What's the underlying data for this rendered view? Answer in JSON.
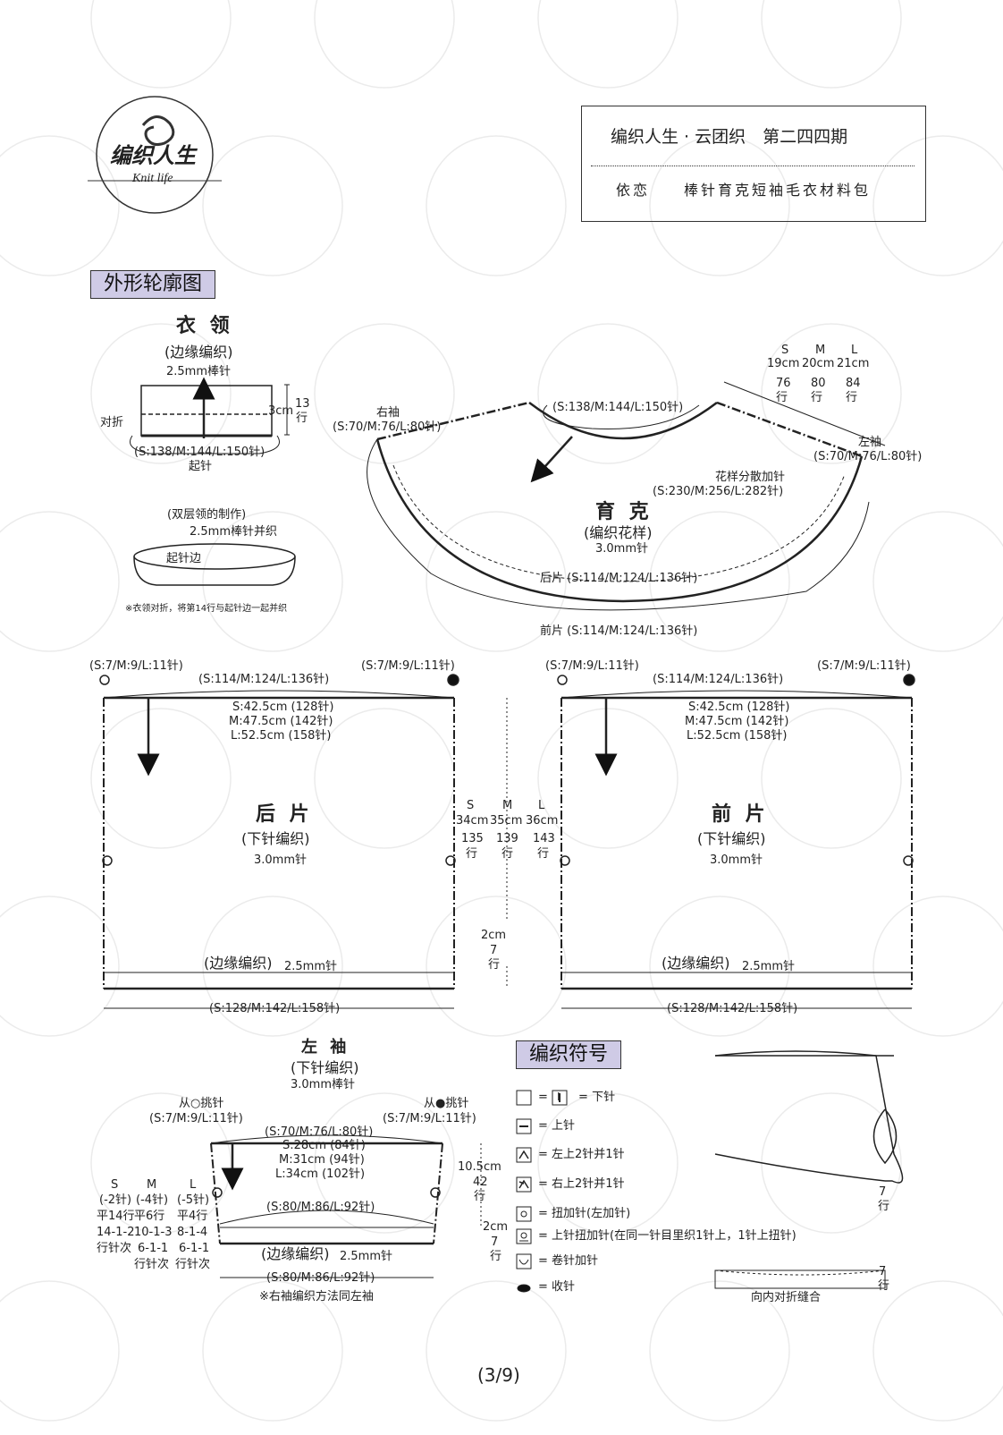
{
  "brand": {
    "name": "编织人生",
    "sub": "Knit life"
  },
  "header": {
    "title": "编织人生 · 云团织　第二四四期",
    "subtitle": "依恋　　棒针育克短袖毛衣材料包"
  },
  "sections": {
    "outline": "外形轮廓图",
    "symbols": "编织符号"
  },
  "collar": {
    "title": "衣 领",
    "sub": "(边缘编织)",
    "needle": "2.5mm棒针",
    "fold": "对折",
    "height": "3cm",
    "rows_num": "13",
    "rows_unit": "行",
    "stitches": "(S:138/M:144/L:150针)",
    "cast_on": "起针",
    "double_title": "(双层领的制作)",
    "double_needle": "2.5mm棒针并织",
    "cast_edge": "起针边",
    "note": "※衣领对折，将第14行与起针边一起并织"
  },
  "yoke": {
    "size_s": "S",
    "size_m": "M",
    "size_l": "L",
    "len_s": "19cm",
    "len_m": "20cm",
    "len_l": "21cm",
    "rows_s": "76",
    "rows_m": "80",
    "rows_l": "84",
    "row_unit": "行",
    "neck": "(S:138/M:144/L:150针)",
    "right_sleeve": "右袖",
    "right_sleeve_st": "(S:70/M:76/L:80针)",
    "left_sleeve": "左袖",
    "left_sleeve_st": "(S:70/M:76/L:80针)",
    "increase": "花样分散加针",
    "increase_st": "(S:230/M:256/L:282针)",
    "title": "育 克",
    "sub": "(编织花样)",
    "needle": "3.0mm针",
    "back": "后片 (S:114/M:124/L:136针)",
    "front": "前片 (S:114/M:124/L:136针)"
  },
  "back": {
    "top_left": "(S:7/M:9/L:11针)",
    "top_right": "(S:7/M:9/L:11针)",
    "top_st": "(S:114/M:124/L:136针)",
    "width_s": "S:42.5cm (128针)",
    "width_m": "M:47.5cm (142针)",
    "width_l": "L:52.5cm (158针)",
    "title": "后 片",
    "sub": "(下针编织)",
    "needle": "3.0mm针",
    "edge": "(边缘编织)",
    "edge_needle": "2.5mm针",
    "bottom_st": "(S:128/M:142/L:158针)"
  },
  "body_len": {
    "size_s": "S",
    "size_m": "M",
    "size_l": "L",
    "len_s": "34cm",
    "len_m": "35cm",
    "len_l": "36cm",
    "rows_s": "135",
    "rows_m": "139",
    "rows_l": "143",
    "row_unit": "行",
    "edge_len": "2cm",
    "edge_rows": "7",
    "edge_unit": "行"
  },
  "front": {
    "top_left": "(S:7/M:9/L:11针)",
    "top_right": "(S:7/M:9/L:11针)",
    "top_st": "(S:114/M:124/L:136针)",
    "width_s": "S:42.5cm (128针)",
    "width_m": "M:47.5cm (142针)",
    "width_l": "L:52.5cm (158针)",
    "title": "前 片",
    "sub": "(下针编织)",
    "needle": "3.0mm针",
    "edge": "(边缘编织)",
    "edge_needle": "2.5mm针",
    "bottom_st": "(S:128/M:142/L:158针)"
  },
  "sleeve": {
    "title": "左 袖",
    "sub": "(下针编织)",
    "needle": "3.0mm棒针",
    "pick_o": "从○挑针",
    "pick_dot": "从●挑针",
    "pick_o_st": "(S:7/M:9/L:11针)",
    "pick_dot_st": "(S:7/M:9/L:11针)",
    "top_st": "(S:70/M:76/L:80针)",
    "w_s": "S:28cm (84针)",
    "w_m": "M:31cm (94针)",
    "w_l": "L:34cm (102针)",
    "mid_st": "(S:80/M:86/L:92针)",
    "edge": "(边缘编织)",
    "edge_needle": "2.5mm针",
    "bottom_st": "(S:80/M:86/L:92针)",
    "note": "※右袖编织方法同左袖",
    "len": "10.5cm",
    "rows": "42",
    "row_unit": "行",
    "edge_len": "2cm",
    "edge_rows": "7",
    "edge_unit": "行",
    "dec": {
      "cols": [
        "S",
        "M",
        "L"
      ],
      "row1": [
        "(-2针)",
        "(-4针)",
        "(-5针)"
      ],
      "row2": [
        "平14行",
        "平6行",
        "平4行"
      ],
      "row3": [
        "14-1-2",
        "10-1-3",
        "8-1-4"
      ],
      "row4": [
        "行针次",
        "6-1-1",
        "6-1-1"
      ],
      "row5": [
        "",
        "行针次",
        "行针次"
      ]
    }
  },
  "legend": {
    "knit_a": "=",
    "knit_mid": "I",
    "knit_b": "= 下针",
    "purl": "= 上针",
    "k2tog_l": "= 左上2针并1针",
    "k2tog_r": "= 右上2针并1针",
    "twist": "= 扭加针(左加针)",
    "purl_twist": "= 上针扭加针(在同一针目里织1针上，1针上扭针)",
    "wrap": "= 卷针加针",
    "bind": "= 收针"
  },
  "illust": {
    "rows1": "7",
    "unit1": "行",
    "rows2": "7",
    "unit2": "行",
    "fold": "向内对折缝合"
  },
  "page": "(3/9)"
}
